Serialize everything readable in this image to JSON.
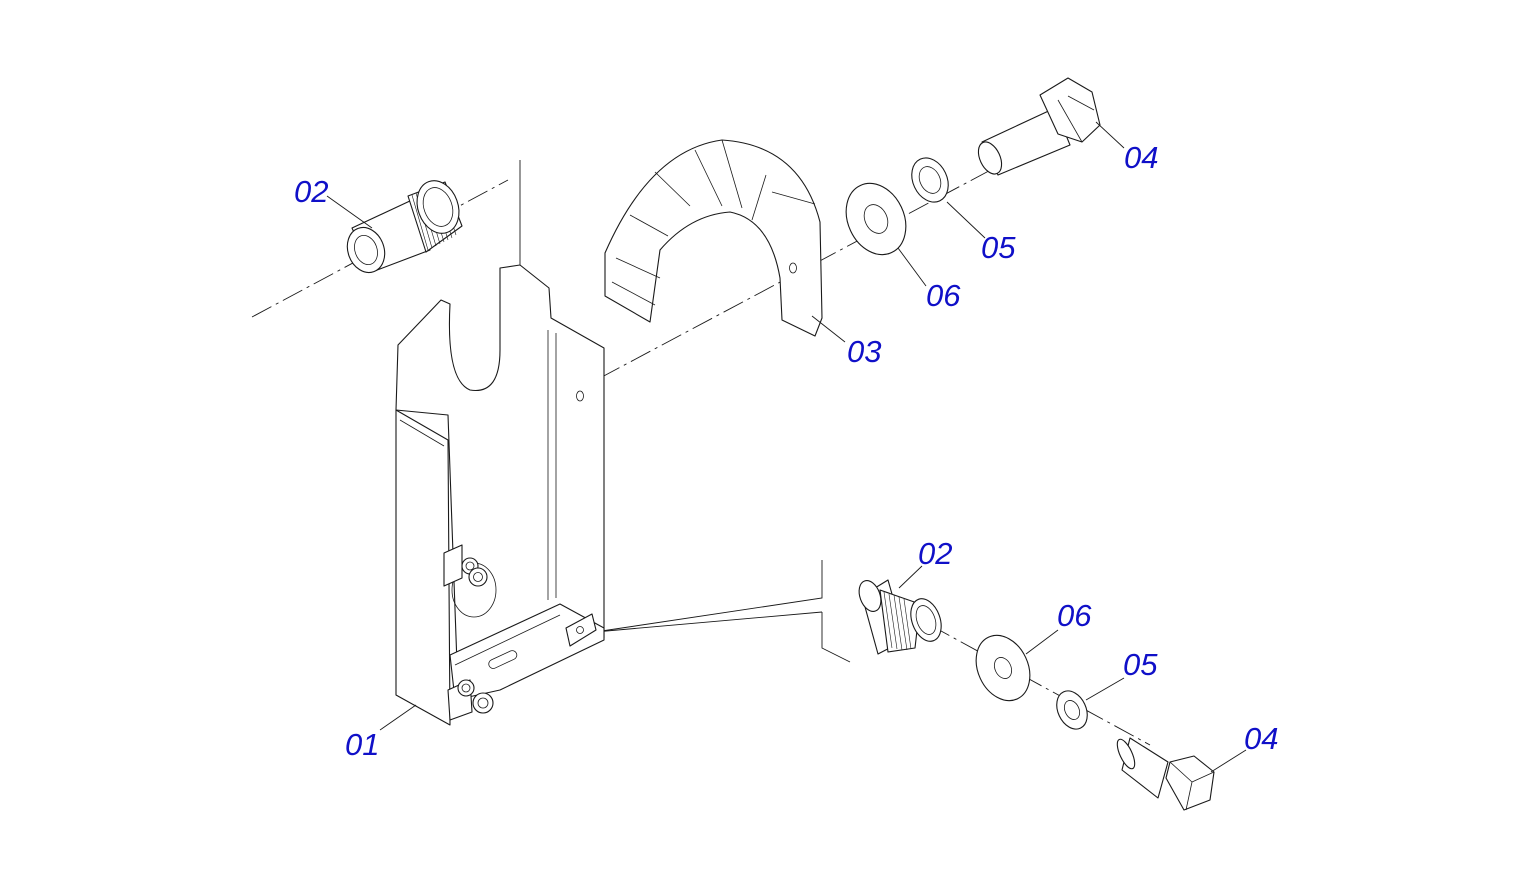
{
  "diagram": {
    "type": "exploded-assembly",
    "label_color": "#1010c8",
    "line_color": "#1a1a1a",
    "callouts": {
      "bracket_plate": "01",
      "sleeve_upper": "02",
      "sleeve_lower": "02",
      "cover_guard": "03",
      "bolt_upper": "04",
      "bolt_lower": "04",
      "lock_washer_upper": "05",
      "lock_washer_lower": "05",
      "flat_washer_upper": "06",
      "flat_washer_lower": "06"
    }
  }
}
